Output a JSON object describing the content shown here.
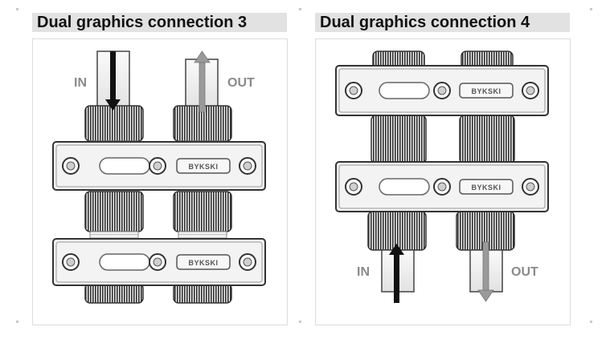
{
  "panels": [
    {
      "title": "Dual graphics connection 3",
      "in_label": "IN",
      "out_label": "OUT",
      "brand": "BYKSKI"
    },
    {
      "title": "Dual graphics connection 4",
      "in_label": "IN",
      "out_label": "OUT",
      "brand": "BYKSKI"
    }
  ],
  "colors": {
    "title_bg": "#e2e2e2",
    "in_arrow": "#111111",
    "out_arrow": "#9a9a9a",
    "metal": "#e6e6e6",
    "knurl": "#3a3a3a"
  },
  "icons": [
    "in-arrow-icon",
    "out-arrow-icon",
    "screw-icon",
    "fitting-icon"
  ]
}
